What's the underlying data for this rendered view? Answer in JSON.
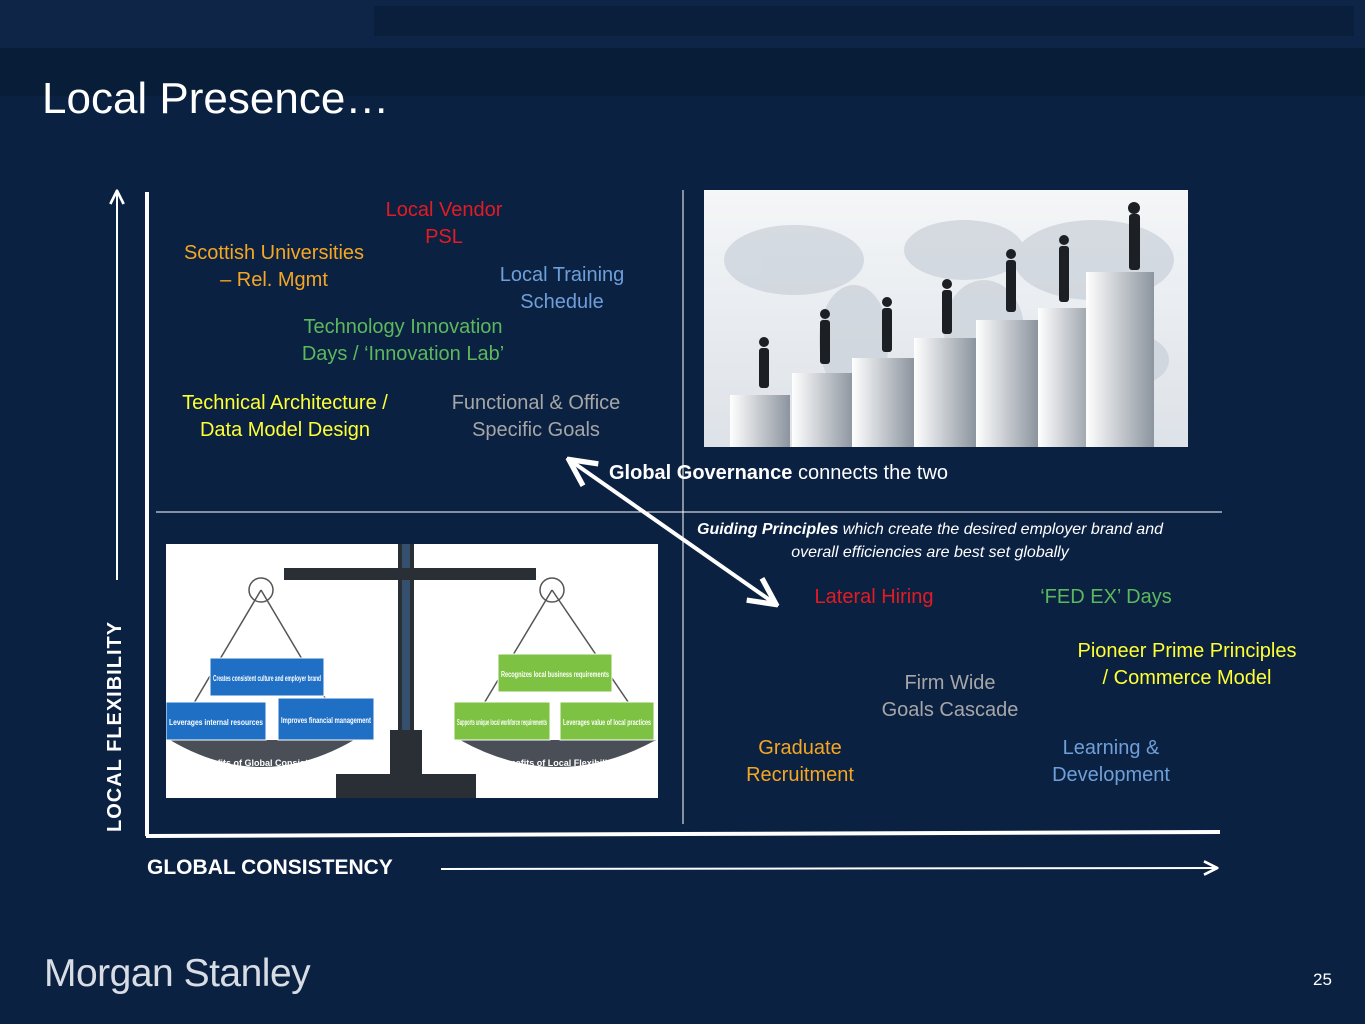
{
  "slide": {
    "title": "Local Presence…",
    "page_number": "25",
    "brand": "Morgan Stanley"
  },
  "axes": {
    "y_label": "LOCAL FLEXIBILITY",
    "x_label": "GLOBAL CONSISTENCY"
  },
  "local_items": [
    {
      "line1": "Local Vendor",
      "line2": "PSL",
      "color": "#e31b23"
    },
    {
      "line1": "Scottish Universities",
      "line2": "– Rel. Mgmt",
      "color": "#f5a623"
    },
    {
      "line1": "Local Training",
      "line2": "Schedule",
      "color": "#6f9fd8"
    },
    {
      "line1": "Technology Innovation",
      "line2": "Days / ‘Innovation Lab’",
      "color": "#5cb85c"
    },
    {
      "line1": "Technical Architecture /",
      "line2": "Data Model Design",
      "color": "#ffff33"
    },
    {
      "line1": "Functional & Office",
      "line2": "Specific Goals",
      "color": "#a6a6a6"
    }
  ],
  "global_items": [
    {
      "line1": "Lateral Hiring",
      "line2": "",
      "color": "#e31b23"
    },
    {
      "line1": "‘FED EX’ Days",
      "line2": "",
      "color": "#5cb85c"
    },
    {
      "line1": "Pioneer Prime Principles",
      "line2": "/ Commerce Model",
      "color": "#ffff33"
    },
    {
      "line1": "Firm Wide",
      "line2": "Goals Cascade",
      "color": "#a6a6a6"
    },
    {
      "line1": "Graduate",
      "line2": "Recruitment",
      "color": "#f5a623"
    },
    {
      "line1": "Learning &",
      "line2": "Development",
      "color": "#6f9fd8"
    }
  ],
  "governance": {
    "bold": "Global Governance",
    "rest": " connects the two"
  },
  "guiding": {
    "bold": "Guiding Principles",
    "rest": " which create the desired employer brand and overall efficiencies are best set globally"
  },
  "scale_image": {
    "left_boxes": [
      "Creates consistent culture and employer brand",
      "Leverages internal resources",
      "Improves financial management"
    ],
    "left_caption": "Benefits of Global Consistency",
    "right_boxes": [
      "Recognizes local business requirements",
      "Supports unique local workforce requirements",
      "Leverages value of local practices"
    ],
    "right_caption": "Benefits of Local Flexibility",
    "left_color": "#1f6fc5",
    "right_color": "#7dc242"
  }
}
